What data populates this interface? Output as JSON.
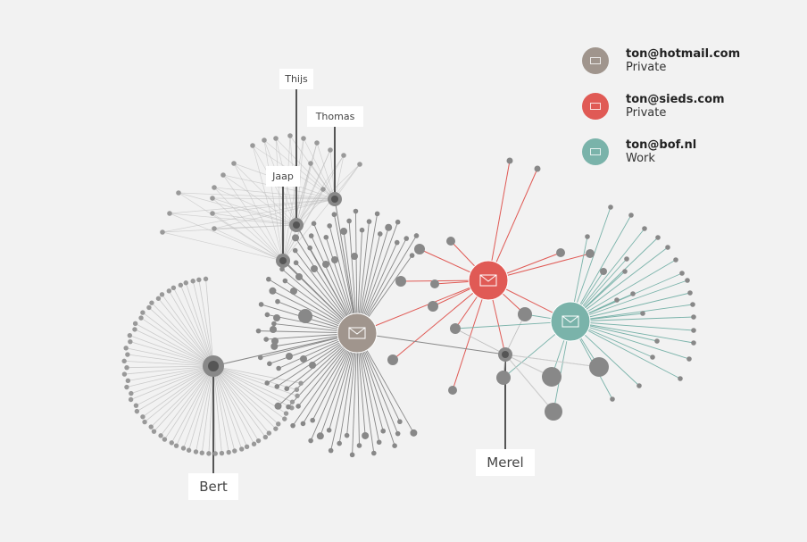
{
  "legend": [
    {
      "email": "ton@hotmail.com",
      "type": "Private",
      "color": "#a0958d"
    },
    {
      "email": "ton@sieds.com",
      "type": "Private",
      "color": "#e05a55"
    },
    {
      "email": "ton@bof.nl",
      "type": "Work",
      "color": "#7ab3aa"
    }
  ],
  "labels": {
    "thijs": "Thijs",
    "thomas": "Thomas",
    "jaap": "Jaap",
    "bert": "Bert",
    "merel": "Merel"
  },
  "colors": {
    "node": "#8a8a8a",
    "edge": "#999999",
    "hotmail": "#a0958d",
    "sieds": "#e05a55",
    "bof": "#7ab3aa"
  }
}
